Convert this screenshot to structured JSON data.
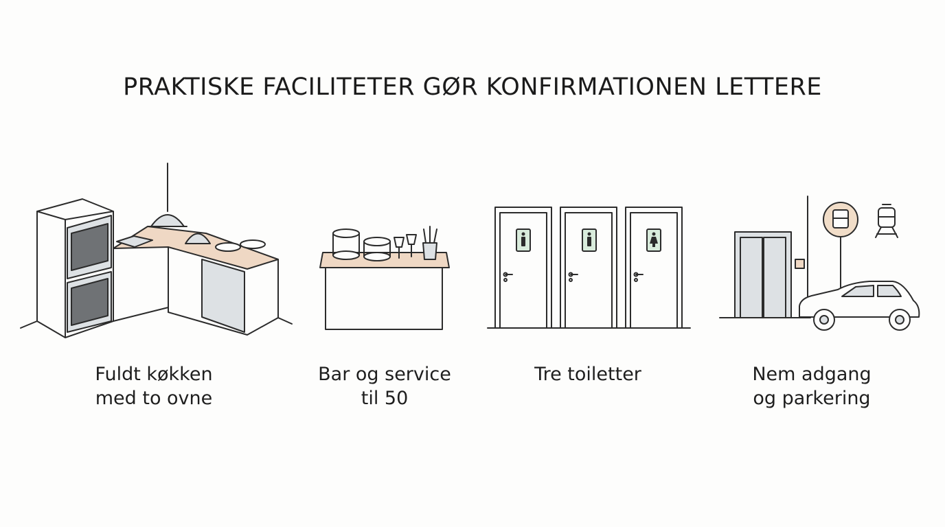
{
  "title": "PRAKTISKE FACILITETER GØR KONFIRMATIONEN LETTERE",
  "colors": {
    "line": "#2b2b2b",
    "appliance": "#dde1e4",
    "window": "#6f7275",
    "counter": "#efd8c4",
    "sign": "#d9ecdc",
    "bus_stop": "#f1ddc8"
  },
  "features": [
    {
      "icon": "kitchen-icon",
      "caption": [
        "Fuldt køkken",
        "med to ovne"
      ]
    },
    {
      "icon": "bar-counter-icon",
      "caption": [
        "Bar og service",
        "til 50"
      ]
    },
    {
      "icon": "toilet-doors-icon",
      "caption": [
        "Tre toiletter"
      ]
    },
    {
      "icon": "access-parking-icon",
      "caption": [
        "Nem adgang",
        "og parkering"
      ]
    }
  ]
}
